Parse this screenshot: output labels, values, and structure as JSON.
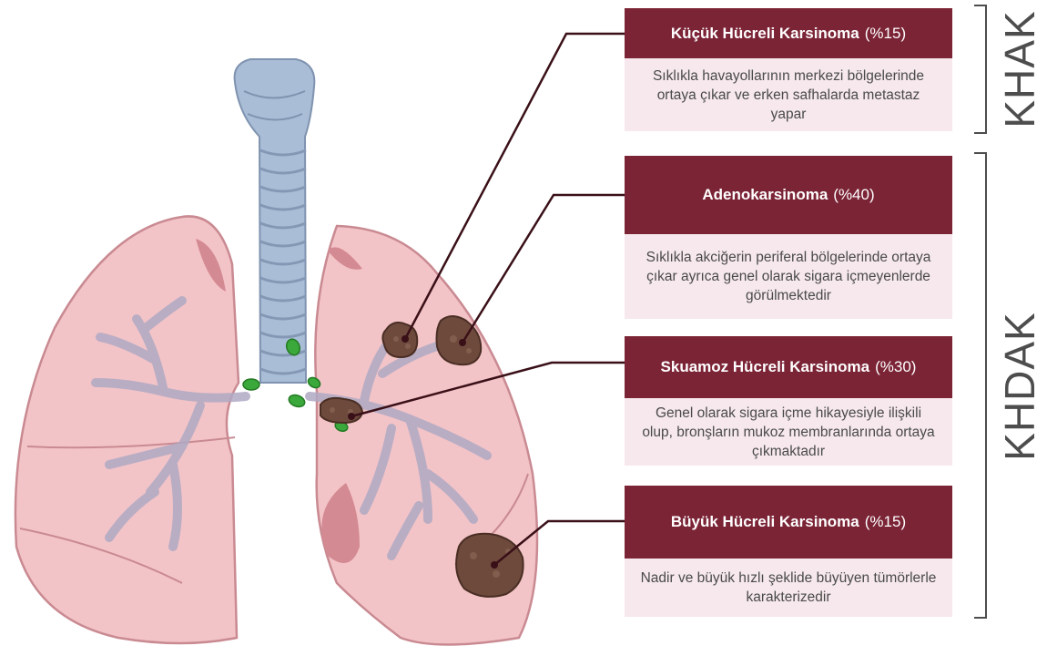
{
  "cards": [
    {
      "title": "Küçük Hücreli Karsinoma",
      "percent": "(%15)",
      "description": "Sıklıkla havayollarının merkezi bölgelerinde ortaya çıkar ve erken safhalarda metastaz yapar"
    },
    {
      "title": "Adenokarsinoma",
      "percent": "(%40)",
      "description": "Sıklıkla akciğerin periferal bölgelerinde ortaya çıkar ayrıca genel olarak sigara içmeyenlerde görülmektedir"
    },
    {
      "title": "Skuamoz Hücreli Karsinoma",
      "percent": "(%30)",
      "description": "Genel olarak sigara içme hikayesiyle ilişkili olup, bronşların mukoz membranlarında ortaya çıkmaktadır"
    },
    {
      "title": "Büyük Hücreli Karsinoma",
      "percent": "(%15)",
      "description": "Nadir ve büyük hızlı şeklide büyüyen tümörlerle karakterizedir"
    }
  ],
  "groups": {
    "top": "KHAK",
    "bottom": "KHDAK"
  },
  "colors": {
    "header": "#7b2436",
    "body": "#f6e8ec",
    "lung": "#f3c4c7",
    "trachea": "#a9bdd6",
    "tumor": "#6e4a3d",
    "lymph_node": "#3aa83a",
    "leader_line": "#3a1018"
  }
}
